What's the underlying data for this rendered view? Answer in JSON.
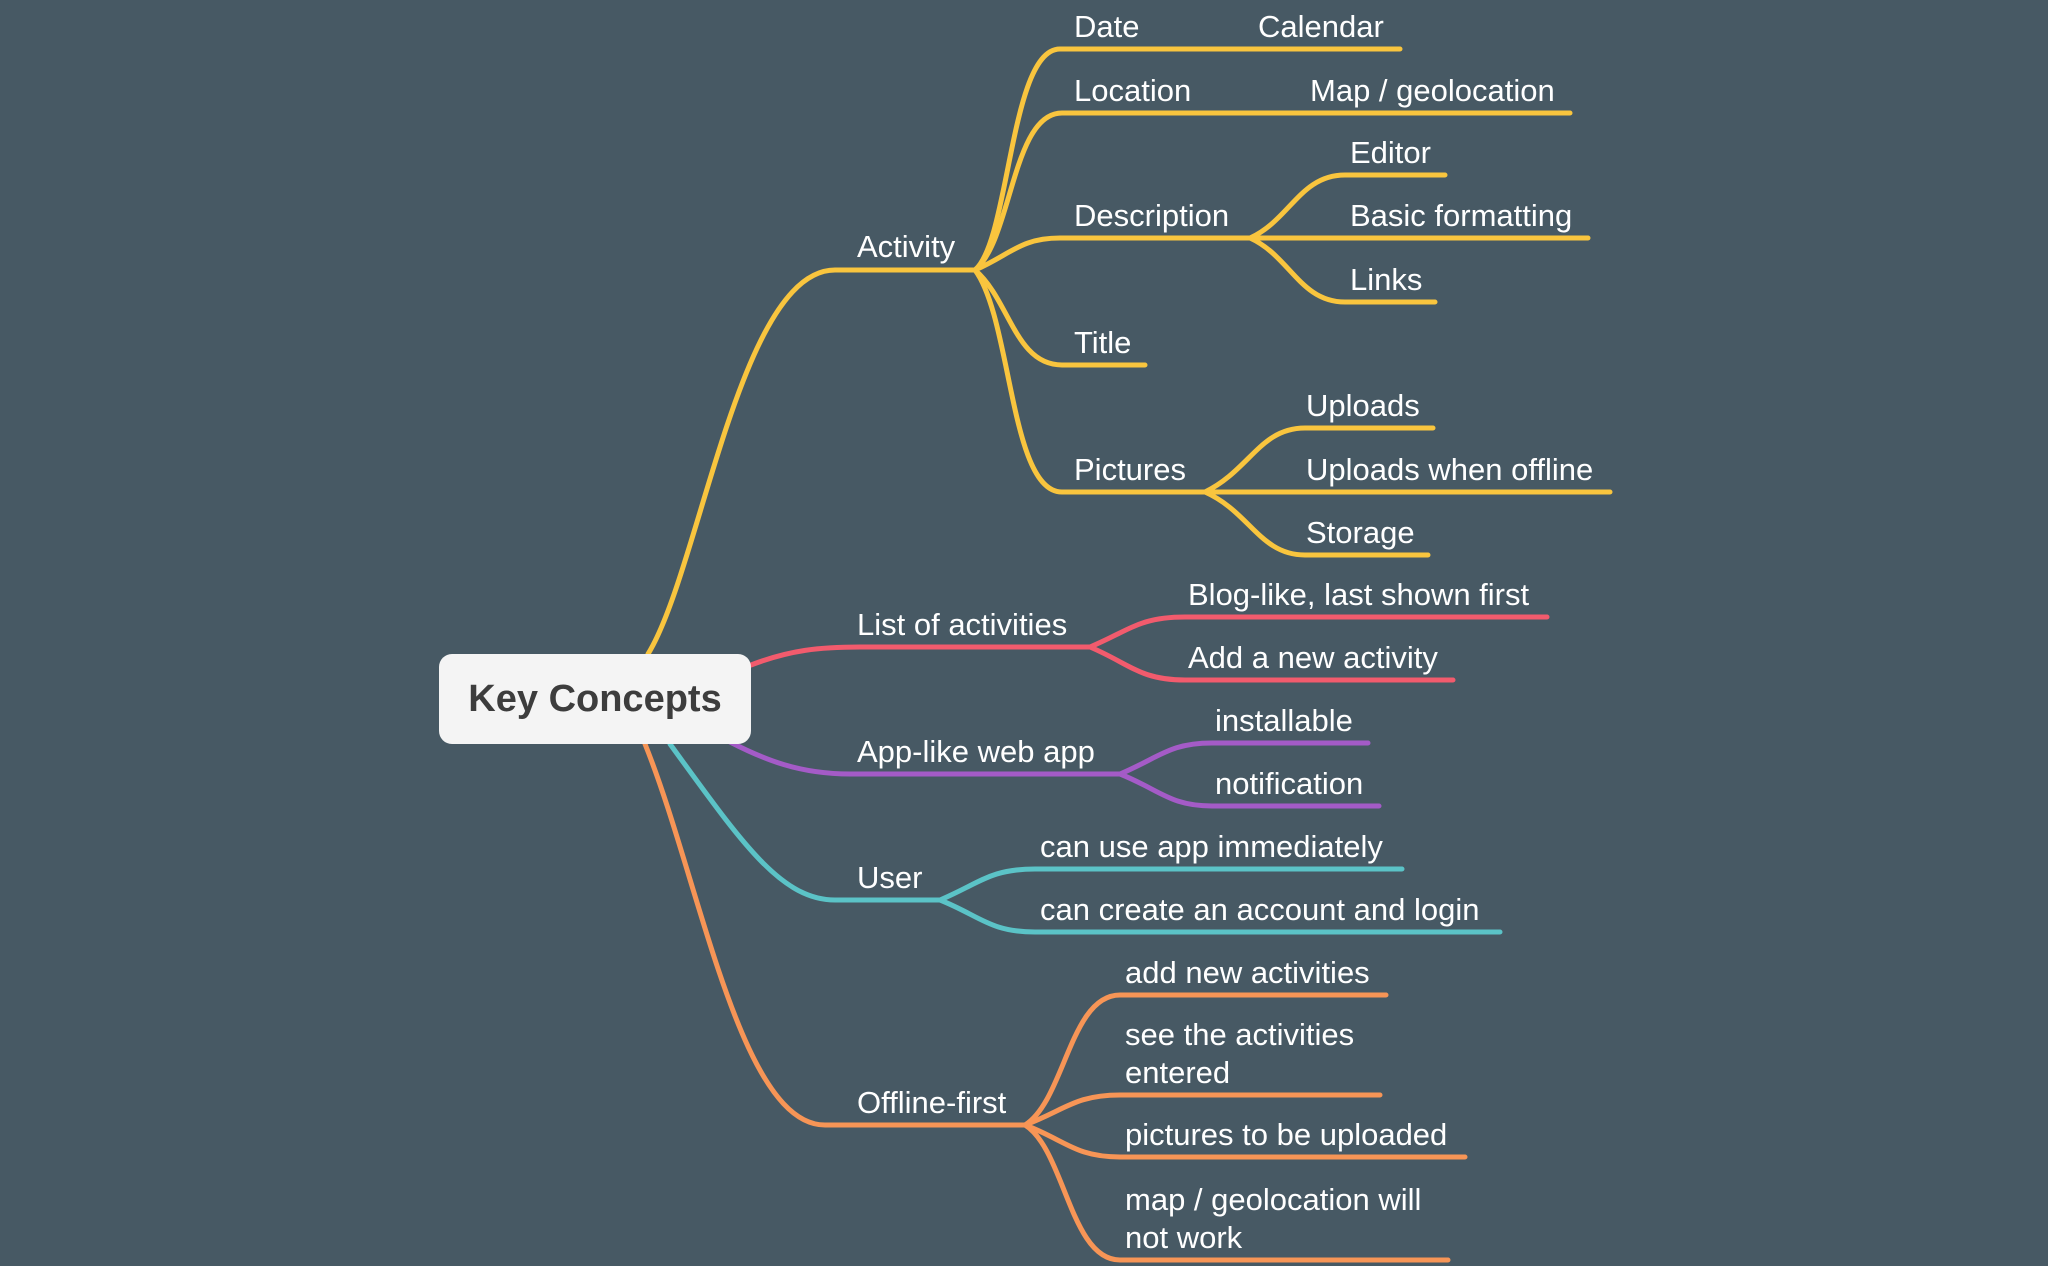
{
  "root": {
    "label": "Key Concepts"
  },
  "colors": {
    "background": "#475964",
    "root_box": "#f4f4f4",
    "activity": "#f9c53e",
    "list_of_activities": "#f25b6d",
    "app_like_web_app": "#a45bc7",
    "user": "#5bc3c7",
    "offline_first": "#f79556"
  },
  "branches": {
    "activity": {
      "label": "Activity",
      "children": {
        "date": {
          "label": "Date",
          "children": {
            "calendar": {
              "label": "Calendar"
            }
          }
        },
        "location": {
          "label": "Location",
          "children": {
            "map": {
              "label": "Map / geolocation"
            }
          }
        },
        "description": {
          "label": "Description",
          "children": {
            "editor": {
              "label": "Editor"
            },
            "basic_formatting": {
              "label": "Basic formatting"
            },
            "links": {
              "label": "Links"
            }
          }
        },
        "title": {
          "label": "Title"
        },
        "pictures": {
          "label": "Pictures",
          "children": {
            "uploads": {
              "label": "Uploads"
            },
            "uploads_offline": {
              "label": "Uploads when offline"
            },
            "storage": {
              "label": "Storage"
            }
          }
        }
      }
    },
    "list_of_activities": {
      "label": "List of activities",
      "children": {
        "blog_like": {
          "label": "Blog-like, last shown first"
        },
        "add_new": {
          "label": "Add a new activity"
        }
      }
    },
    "app_like_web_app": {
      "label": "App-like web app",
      "children": {
        "installable": {
          "label": "installable"
        },
        "notification": {
          "label": "notification"
        }
      }
    },
    "user": {
      "label": "User",
      "children": {
        "use_immediately": {
          "label": "can use app immediately"
        },
        "create_account": {
          "label": "can create an account and login"
        }
      }
    },
    "offline_first": {
      "label": "Offline-first",
      "children": {
        "add_new_activities": {
          "label": "add new activities"
        },
        "see_entered": {
          "label": "see the activities entered"
        },
        "pictures_upload": {
          "label": "pictures to be uploaded"
        },
        "map_not_work": {
          "label": "map / geolocation will not work"
        }
      }
    }
  }
}
